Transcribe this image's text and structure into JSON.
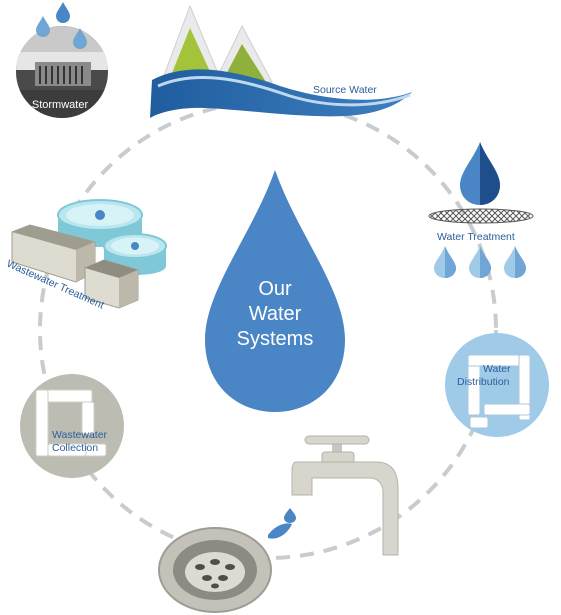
{
  "diagram": {
    "center_title": [
      "Our",
      "Water",
      "Systems"
    ],
    "stages": {
      "source_water": "Source Water",
      "water_treatment": "Water Treatment",
      "water_distribution": [
        "Water",
        "Distribution"
      ],
      "wastewater_collection": [
        "Wastewater",
        "Collection"
      ],
      "wastewater_treatment": "Wastewater Treatment",
      "stormwater": "Stormwater"
    }
  },
  "colors": {
    "center_drop": "#4a86c5",
    "dark_blue": "#1e4e8c",
    "light_blue": "#9fcbe8",
    "cycle_dash": "#c8cccd",
    "grass_green": "#a3c43a",
    "gray_circle": "#bdbcb3",
    "faucet": "#d8d6cc"
  }
}
